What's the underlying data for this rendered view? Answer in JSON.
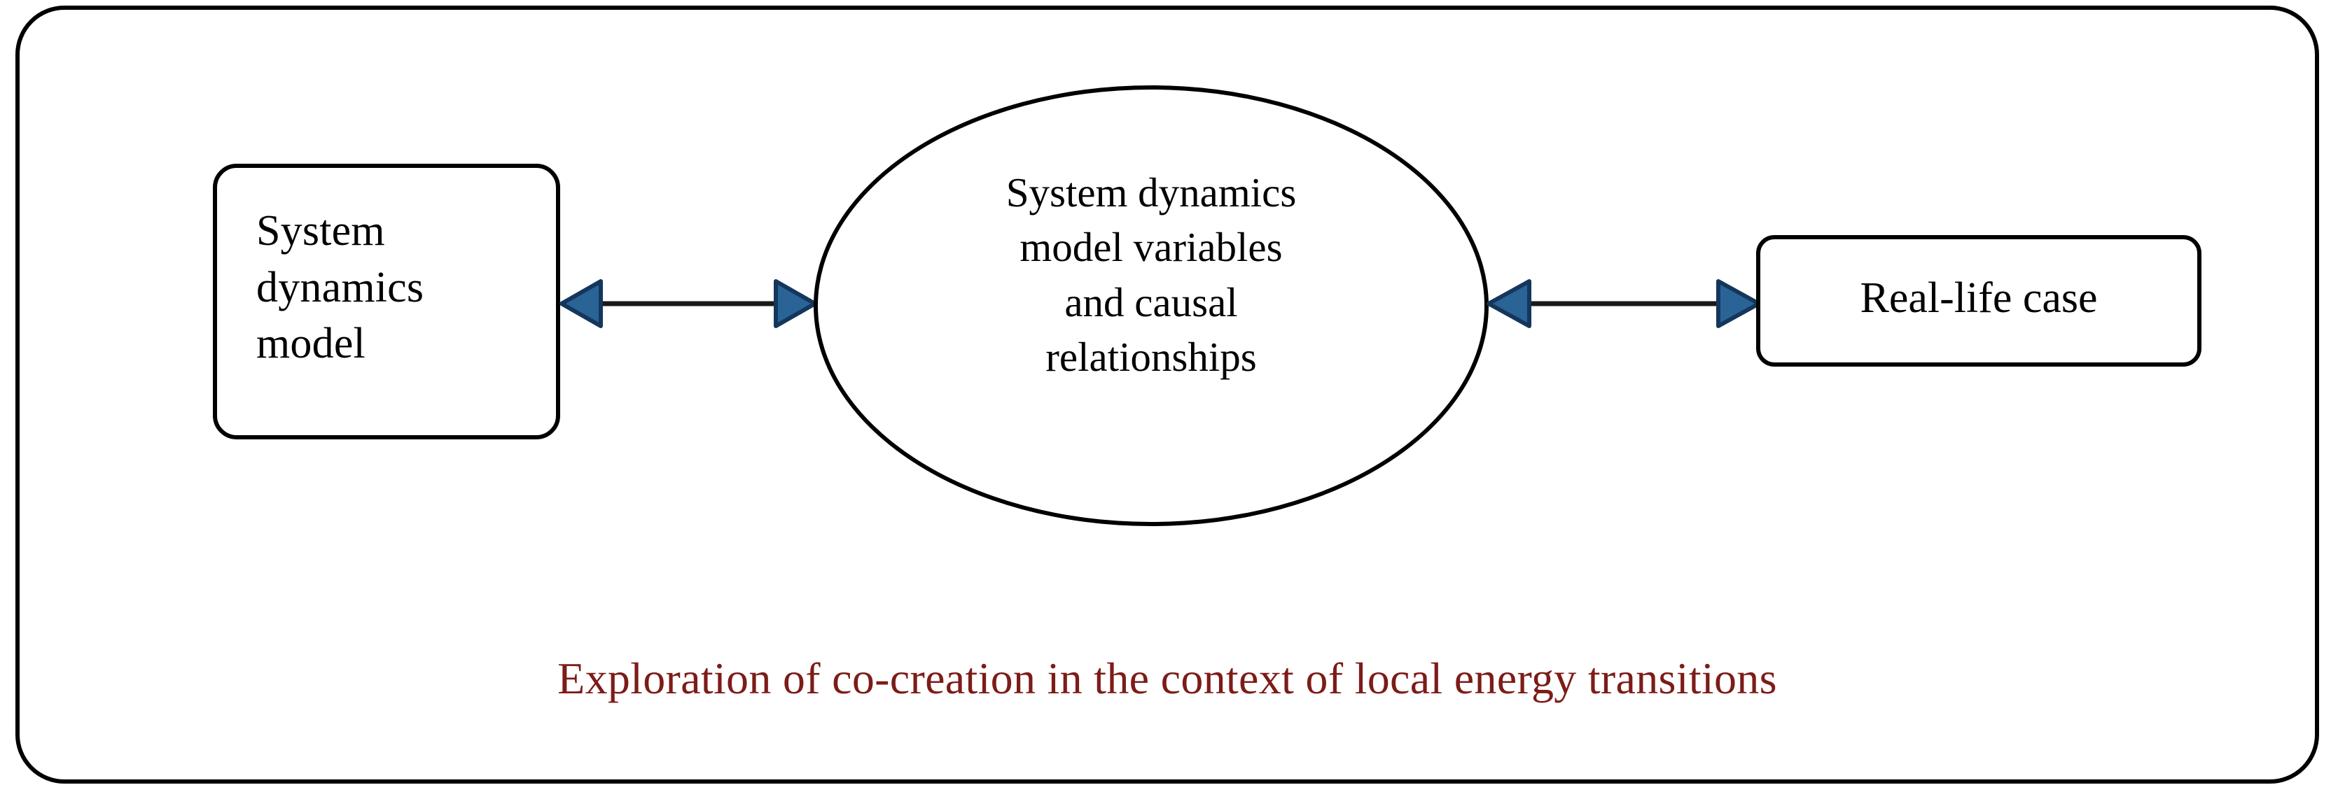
{
  "diagram": {
    "title_caption": "Exploration of co-creation in the context of local energy transitions",
    "caption_color": "#7c1c18",
    "frame": {
      "shape": "rounded-rectangle",
      "stroke_color": "#000000",
      "fill_color": "#ffffff"
    },
    "nodes": [
      {
        "id": "sd-model",
        "shape": "rounded-rectangle",
        "label": "System dynamics model",
        "lines": [
          "System",
          "dynamics",
          "model"
        ],
        "text_align": "left",
        "stroke_color": "#000000",
        "fill_color": "#ffffff"
      },
      {
        "id": "variables",
        "shape": "ellipse",
        "label": "System dynamics model variables and causal relationships",
        "lines": [
          "System dynamics",
          "model variables",
          "and causal",
          "relationships"
        ],
        "text_align": "center",
        "stroke_color": "#000000",
        "fill_color": "#ffffff"
      },
      {
        "id": "real-life-case",
        "shape": "rounded-rectangle",
        "label": "Real-life case",
        "lines": [
          "Real-life case"
        ],
        "text_align": "center",
        "stroke_color": "#000000",
        "fill_color": "#ffffff"
      }
    ],
    "connectors": [
      {
        "id": "connector-model-variables",
        "from": "sd-model",
        "to": "variables",
        "style": "double-headed-arrow",
        "line_color": "#1a1a1a",
        "head_fill": "#2a6496",
        "head_stroke": "#15365c"
      },
      {
        "id": "connector-variables-case",
        "from": "variables",
        "to": "real-life-case",
        "style": "double-headed-arrow",
        "line_color": "#1a1a1a",
        "head_fill": "#2a6496",
        "head_stroke": "#15365c"
      }
    ]
  }
}
